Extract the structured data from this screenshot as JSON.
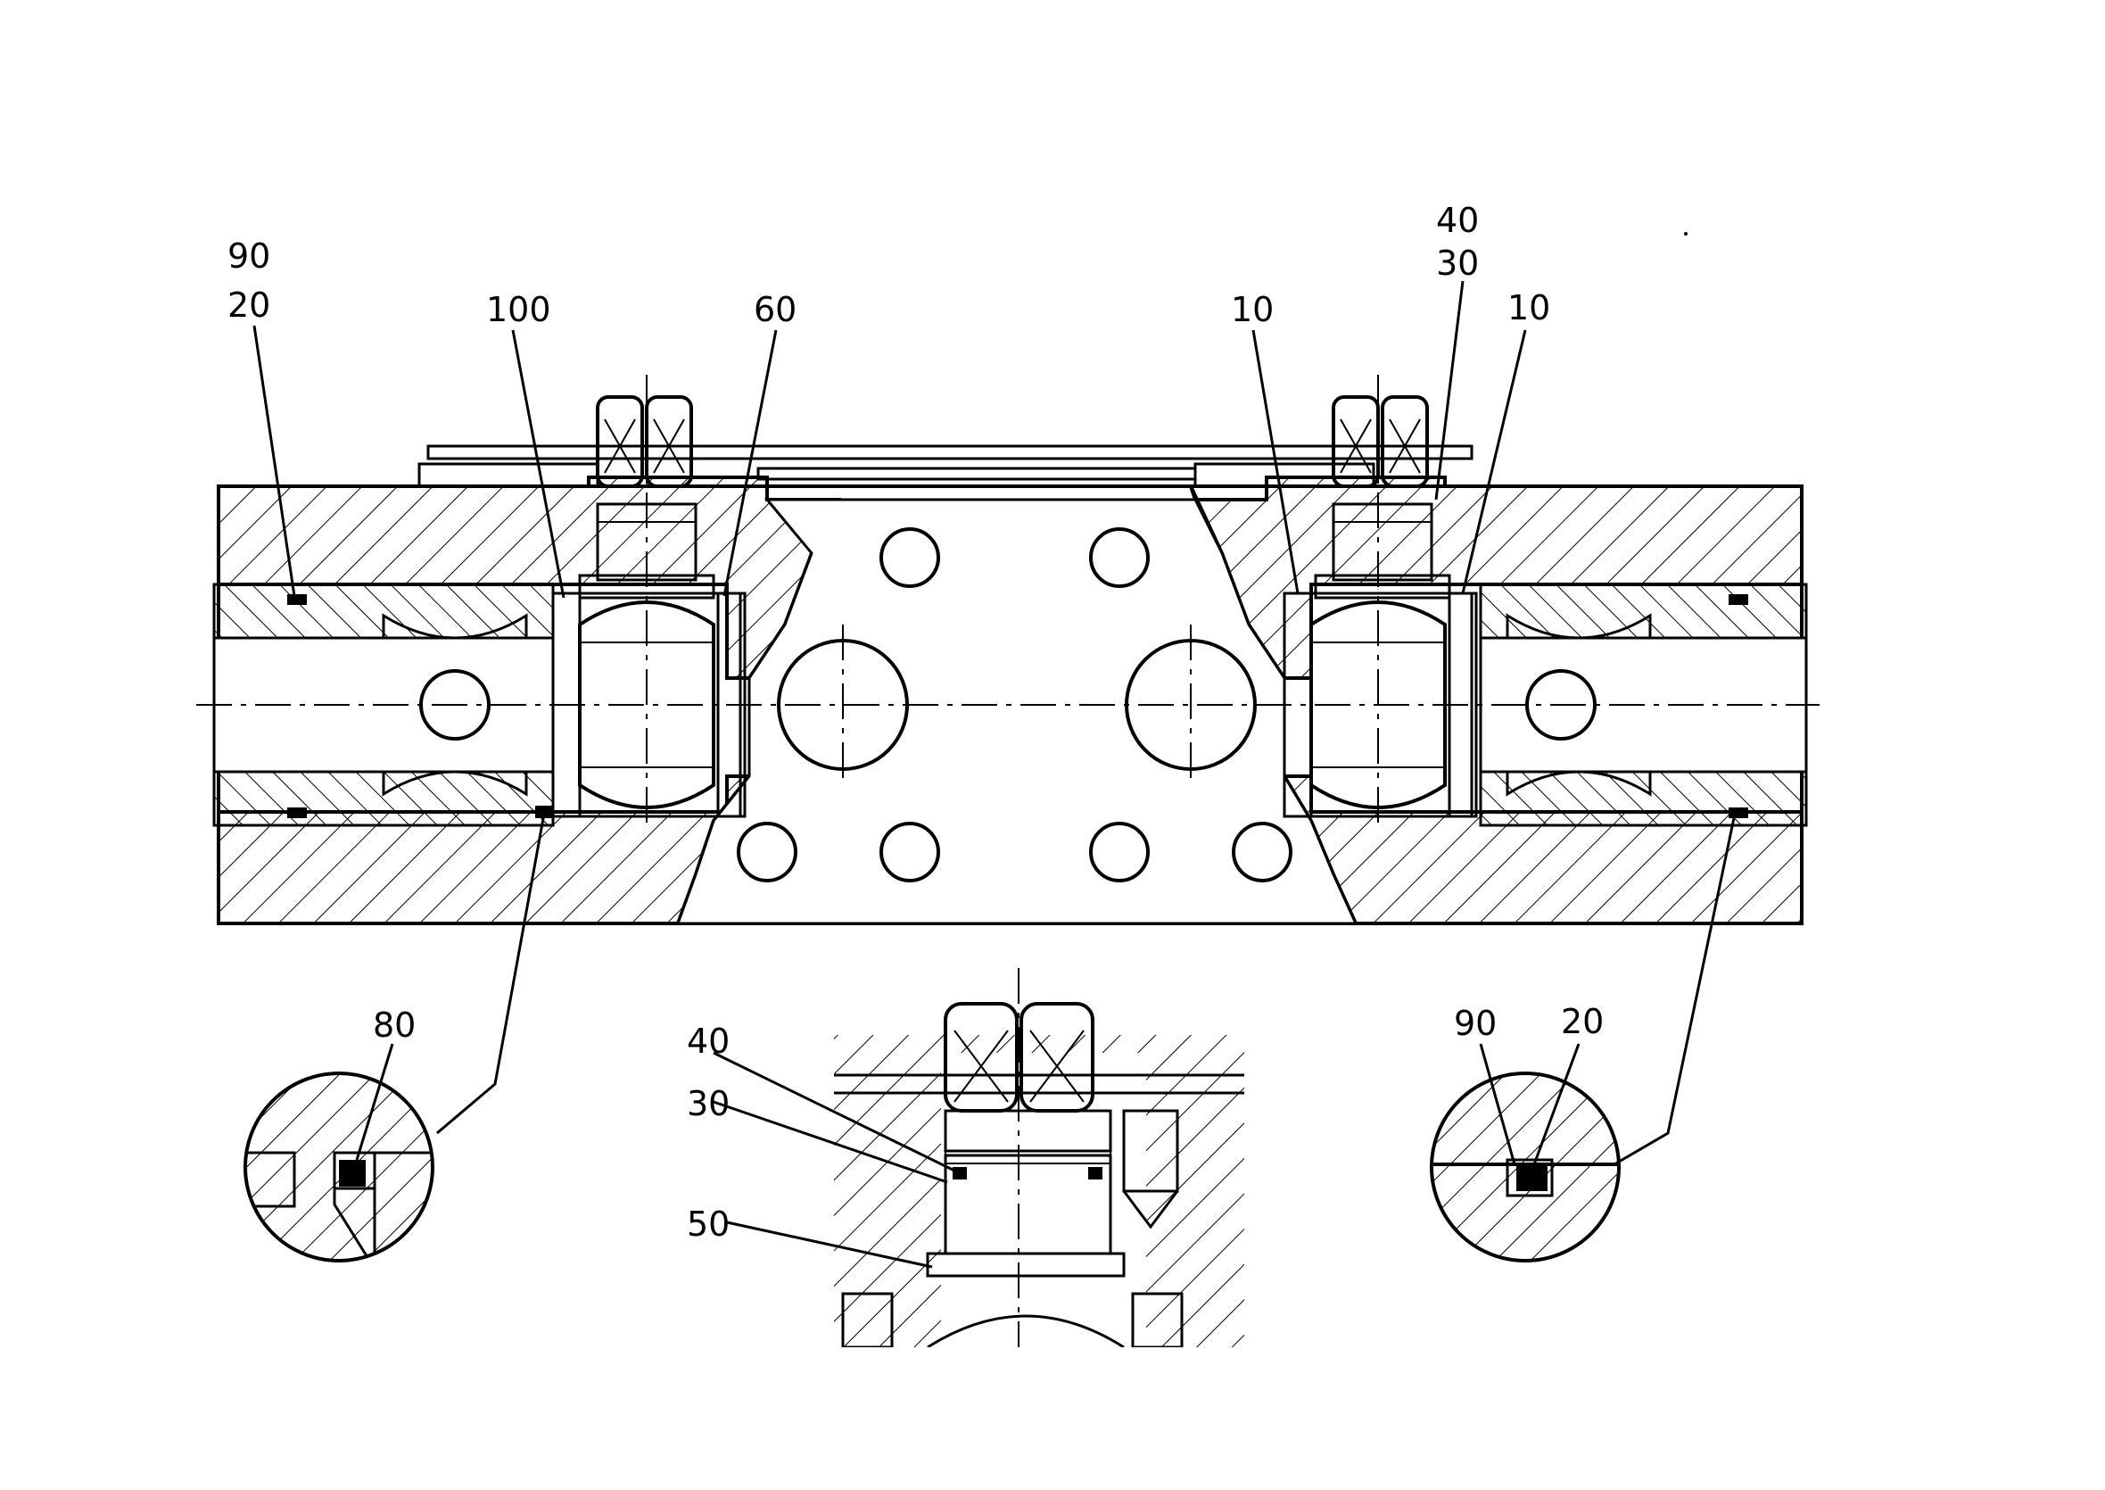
{
  "callouts": {
    "label_90_top_left": "90",
    "label_20_top_left": "20",
    "label_100": "100",
    "label_60": "60",
    "label_10_left": "10",
    "label_40_top_right": "40",
    "label_30_top_right": "30",
    "label_10_right": "10",
    "label_80": "80",
    "label_40_center": "40",
    "label_30_center": "30",
    "label_50": "50",
    "label_90_right": "90",
    "label_20_right": "20"
  }
}
